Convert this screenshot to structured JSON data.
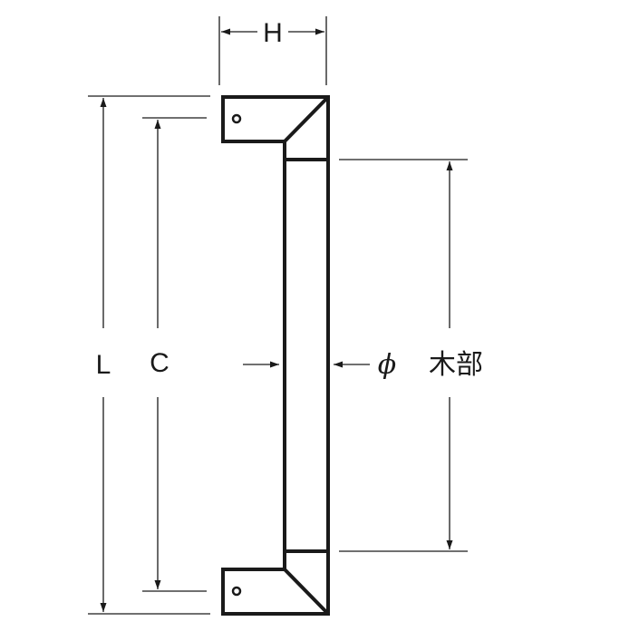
{
  "labels": {
    "height": "H",
    "length": "L",
    "center": "C",
    "diameter": "ϕ",
    "wood_part": "木部"
  },
  "colors": {
    "line": "#1a1a1a",
    "background": "#ffffff"
  }
}
